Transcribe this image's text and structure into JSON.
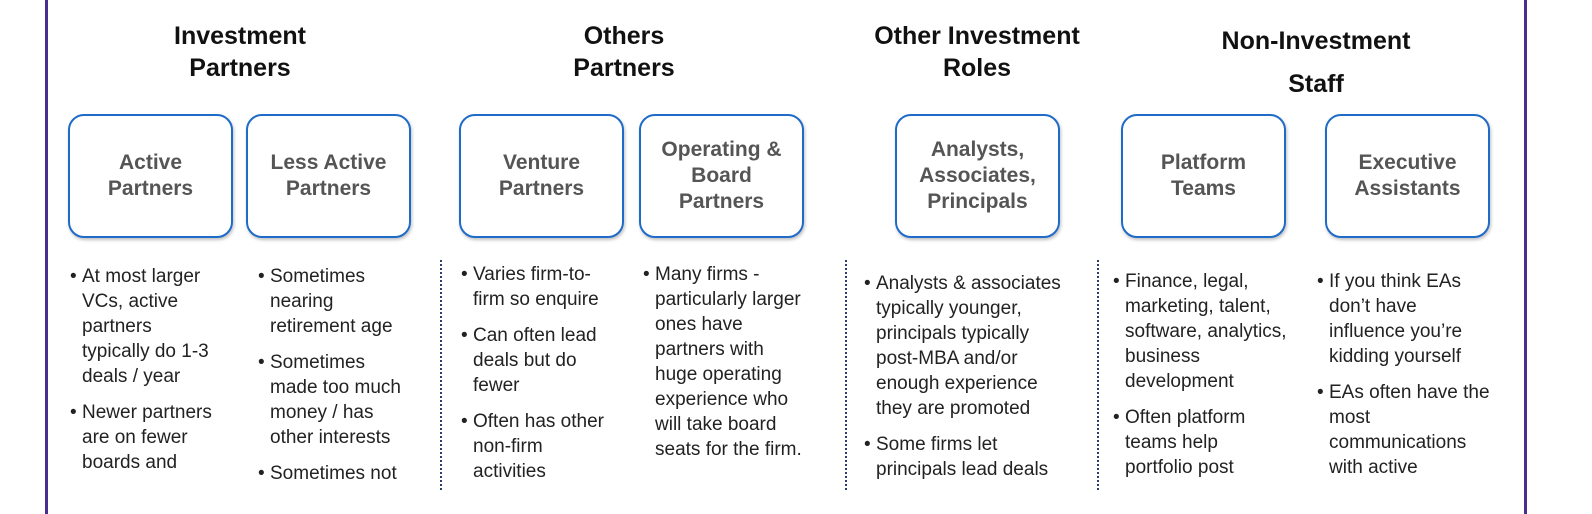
{
  "headers": [
    {
      "lines": [
        "Investment",
        "Partners"
      ]
    },
    {
      "lines": [
        "Others",
        "Partners"
      ]
    },
    {
      "lines": [
        "Other Investment",
        "Roles"
      ]
    },
    {
      "lines": [
        "Non-Investment",
        "Staff"
      ]
    }
  ],
  "boxes": [
    {
      "lines": [
        "Active",
        "Partners"
      ]
    },
    {
      "lines": [
        "Less Active",
        "Partners"
      ]
    },
    {
      "lines": [
        "Venture",
        "Partners"
      ]
    },
    {
      "lines": [
        "Operating &",
        "Board",
        "Partners"
      ]
    },
    {
      "lines": [
        "Analysts,",
        "Associates,",
        "Principals"
      ]
    },
    {
      "lines": [
        "Platform",
        "Teams"
      ]
    },
    {
      "lines": [
        "Executive",
        "Assistants"
      ]
    }
  ],
  "columns": [
    {
      "bullets": [
        [
          "At most larger",
          "VCs, active",
          "partners",
          "typically do 1-3",
          "deals / year"
        ],
        [
          "Newer partners",
          "are on fewer",
          "boards and"
        ]
      ]
    },
    {
      "bullets": [
        [
          "Sometimes",
          "nearing",
          "retirement age"
        ],
        [
          "Sometimes",
          "made too much",
          "money / has",
          "other interests"
        ],
        [
          "Sometimes not"
        ]
      ]
    },
    {
      "bullets": [
        [
          "Varies firm-to-",
          "firm so enquire"
        ],
        [
          "Can often lead",
          "deals but do",
          "fewer"
        ],
        [
          "Often has other",
          "non-firm",
          "activities"
        ]
      ]
    },
    {
      "bullets": [
        [
          "Many firms -",
          "particularly larger",
          "ones have",
          "partners with",
          "huge operating",
          "experience who",
          "will take board",
          "seats for the firm."
        ]
      ]
    },
    {
      "bullets": [
        [
          "Analysts & associates",
          "typically younger,",
          "principals typically",
          "post-MBA and/or",
          "enough experience",
          "they are promoted"
        ],
        [
          "Some firms let",
          "principals lead deals"
        ]
      ]
    },
    {
      "bullets": [
        [
          "Finance, legal,",
          "marketing, talent,",
          "software, analytics,",
          "business",
          "development"
        ],
        [
          "Often platform",
          "teams help",
          "portfolio post"
        ]
      ]
    },
    {
      "bullets": [
        [
          "If you think EAs",
          "don’t have",
          "influence you’re",
          "kidding yourself"
        ],
        [
          "EAs often have the",
          "most",
          "communications",
          "with active"
        ]
      ]
    }
  ]
}
